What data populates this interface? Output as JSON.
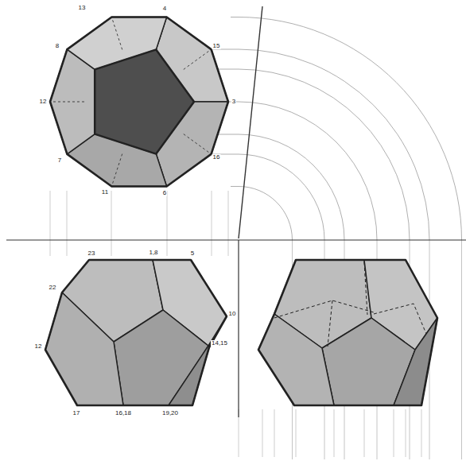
{
  "diagram": {
    "labels": [
      "13",
      "4",
      "15",
      "8",
      "12",
      "3",
      "7",
      "16",
      "11",
      "6",
      "23",
      "1,8",
      "5",
      "22",
      "10",
      "12",
      "14,15",
      "17",
      "16,18",
      "19,20"
    ]
  }
}
